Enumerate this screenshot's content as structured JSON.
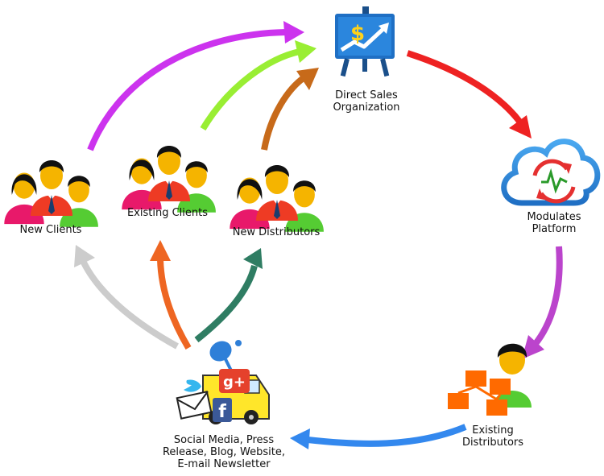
{
  "nodes": {
    "direct_sales": {
      "label_line1": "Direct Sales",
      "label_line2": "Organization"
    },
    "platform": {
      "label_line1": "Modulates",
      "label_line2": "Platform"
    },
    "existing_distributors": {
      "label_line1": "Existing",
      "label_line2": "Distributors"
    },
    "social_media": {
      "label_line1": "Social Media, Press",
      "label_line2": "Release, Blog, Website,",
      "label_line3": "E-mail Newsletter"
    },
    "new_clients": {
      "label": "New Clients"
    },
    "existing_clients": {
      "label": "Existing Clients"
    },
    "new_distributors": {
      "label": "New Distributors"
    }
  },
  "icons": {
    "direct_sales": "presentation-board-dollar-icon",
    "platform": "cloud-sync-icon",
    "existing_distributors": "network-user-icon",
    "social_media": "social-media-van-icon",
    "groups": "people-group-icon"
  },
  "board_symbol": "$",
  "gplus_symbol": "g+",
  "fb_symbol": "f",
  "arrow_colors": {
    "new_clients_to_sales": "#cc33ee",
    "existing_clients_to_sales": "#99ee33",
    "new_distributors_to_sales": "#c76a1a",
    "sales_to_platform": "#ee2222",
    "platform_to_distributors": "#bb44cc",
    "distributors_to_social": "#3388ee",
    "social_to_new_clients": "#cccccc",
    "social_to_existing_clients": "#ee6622",
    "social_to_new_distributors": "#2f7d63"
  }
}
